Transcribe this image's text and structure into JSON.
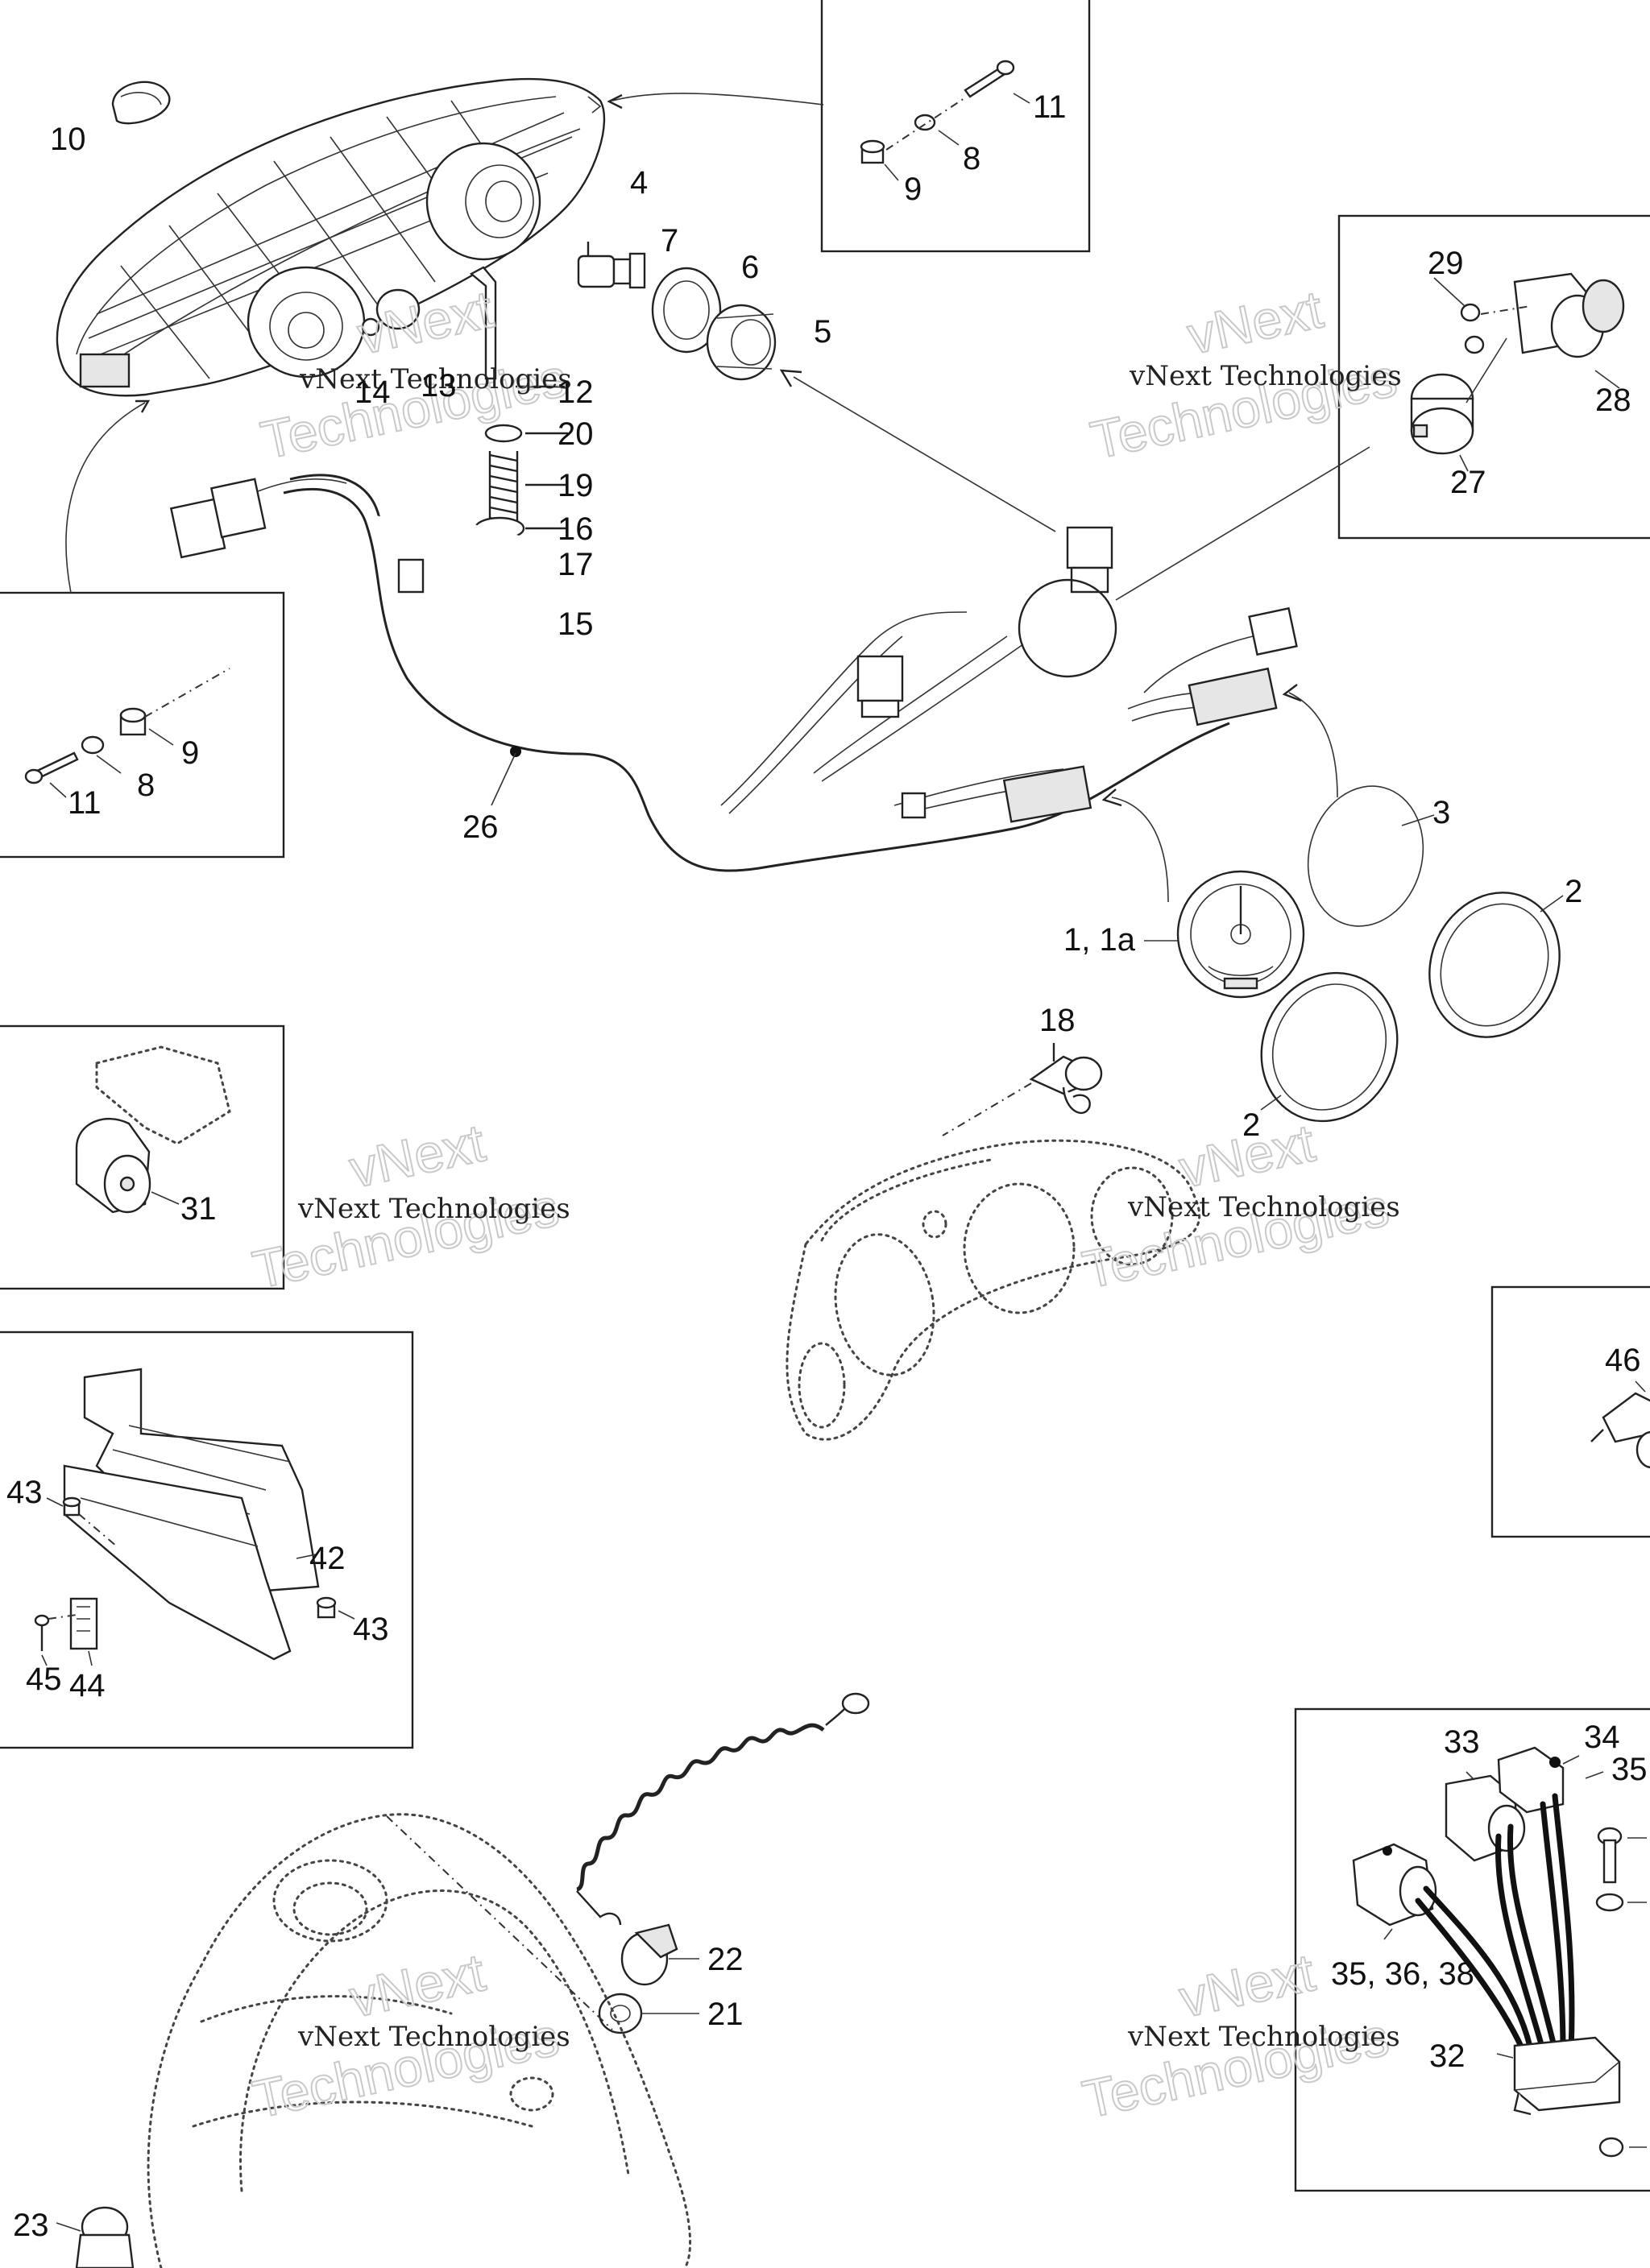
{
  "diagram": {
    "watermark": {
      "line1": "vNext",
      "line2": "vNext Technologies",
      "line3": "Technologies"
    },
    "labels": {
      "l1": "1, 1a",
      "l2a": "2",
      "l2b": "2",
      "l3": "3",
      "l4": "4",
      "l5": "5",
      "l6": "6",
      "l7": "7",
      "l8a": "8",
      "l8b": "8",
      "l9a": "9",
      "l9b": "9",
      "l10": "10",
      "l11a": "11",
      "l11b": "11",
      "l12": "12",
      "l13": "13",
      "l14": "14",
      "l15": "15",
      "l16": "16",
      "l17": "17",
      "l18": "18",
      "l19": "19",
      "l20": "20",
      "l21": "21",
      "l22": "22",
      "l23": "23",
      "l26": "26",
      "l27": "27",
      "l28": "28",
      "l29": "29",
      "l31": "31",
      "l32": "32",
      "l33": "33",
      "l34": "34",
      "l35": "35",
      "l35b": "35, 36, 38",
      "l42": "42",
      "l43a": "43",
      "l43b": "43",
      "l44": "44",
      "l45": "45",
      "l46": "46"
    }
  }
}
